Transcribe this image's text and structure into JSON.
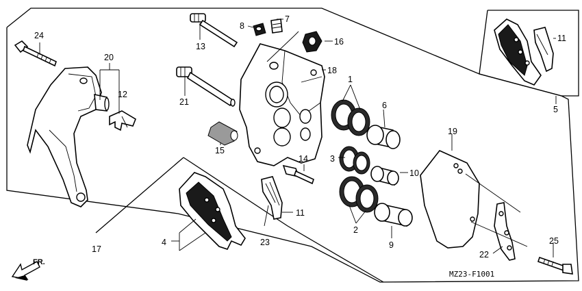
{
  "callouts": {
    "c1": "1",
    "c2": "2",
    "c3": "3",
    "c4": "4",
    "c5": "5",
    "c6": "6",
    "c7": "7",
    "c8": "8",
    "c9": "9",
    "c10": "10",
    "c11a": "11",
    "c11b": "11",
    "c12": "12",
    "c13": "13",
    "c14": "14",
    "c15": "15",
    "c16": "16",
    "c17": "17",
    "c18": "18",
    "c19": "19",
    "c20": "20",
    "c21": "21",
    "c22": "22",
    "c23": "23",
    "c24": "24",
    "c25": "25"
  },
  "diagram_code": "MZ23-F1001",
  "direction_label": "FR.",
  "icons": {
    "direction": "front-arrow-icon"
  }
}
